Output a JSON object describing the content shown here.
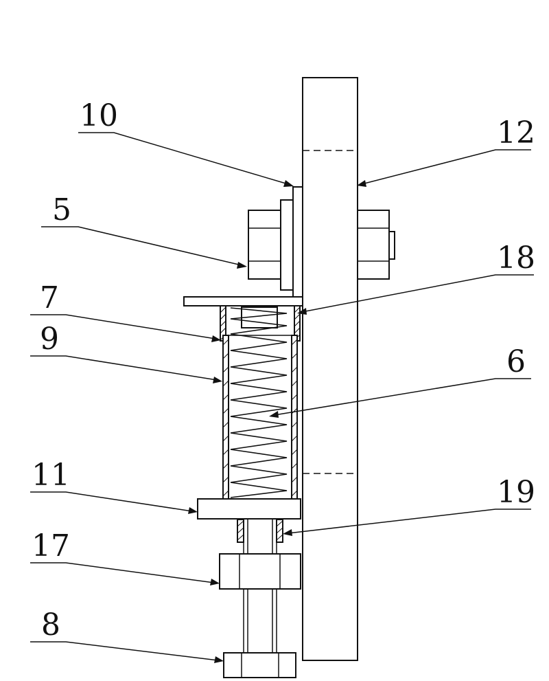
{
  "labels": {
    "l10": "10",
    "l12": "12",
    "l5": "5",
    "l18": "18",
    "l7": "7",
    "l9": "9",
    "l6": "6",
    "l11": "11",
    "l19": "19",
    "l17": "17",
    "l8": "8"
  },
  "colors": {
    "line": "#111111",
    "background": "#ffffff"
  }
}
